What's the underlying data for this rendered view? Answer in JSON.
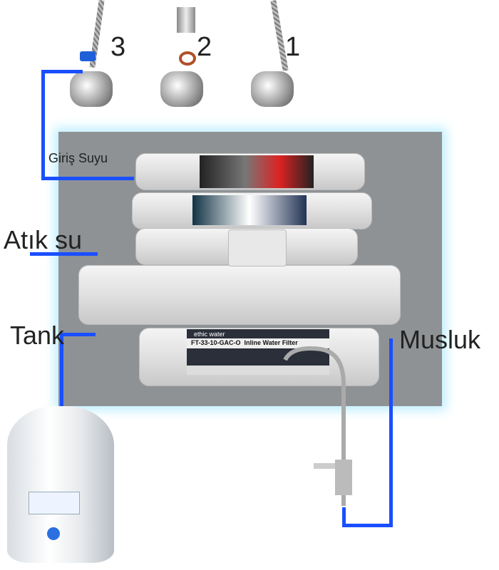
{
  "valve_numbers": [
    "3",
    "2",
    "1"
  ],
  "labels": {
    "inlet": "Giriş Suyu",
    "waste": "Atık su",
    "tank": "Tank",
    "faucet": "Musluk"
  },
  "filter": {
    "brand": "ethic water",
    "model": "FT-33-10-GAC-O",
    "title": "Inline Water Filter"
  },
  "colors": {
    "pipe": "#1a4fff",
    "glow": "#bfefff"
  }
}
